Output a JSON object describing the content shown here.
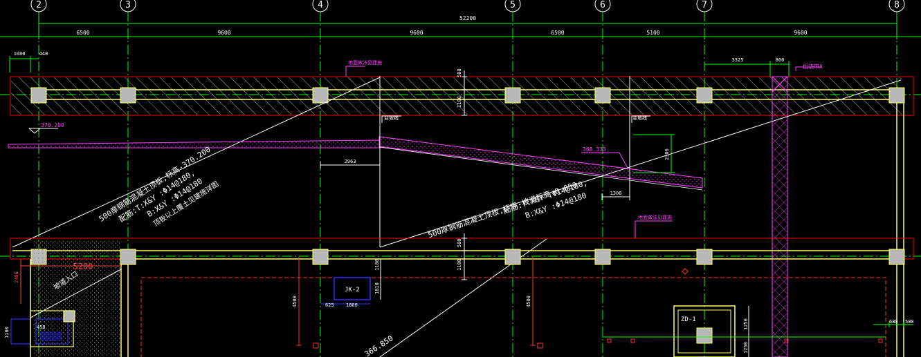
{
  "axes": [
    "2",
    "3",
    "4",
    "5",
    "6",
    "7",
    "8"
  ],
  "dimensions": {
    "total": "52200",
    "spans": [
      "6500",
      "9600",
      "9600",
      "6500",
      "5100",
      "9600"
    ],
    "left_1": "1080",
    "left_2": "440",
    "right_1": "3325",
    "right_2": "800",
    "wall_h1": "500",
    "wall_h2": "1100",
    "wall_h3": "500",
    "wall_h4": "1100",
    "ramp_h": "2306",
    "ramp_w1": "2963",
    "ramp_w2": "1306",
    "room_w": "5200",
    "room_h": "2400",
    "jk_w1": "625",
    "jk_w2": "1800",
    "jk_h1": "1100",
    "jk_h2": "1810",
    "vert_1": "4500",
    "vert_2": "4500",
    "bottom_1": "1100",
    "bottom_2": "450",
    "zd_h1": "1250",
    "zd_h2": "1250",
    "right_b1": "680",
    "right_b2": "500"
  },
  "labels": {
    "note_top": "地面做法见建施",
    "note_right": "后浇带A",
    "elev_left": "370.200",
    "elev_mid": "368.333",
    "ramp_label_1": "变坡线",
    "ramp_label_2": "变坡线",
    "slab1_line1": "500厚钢筋混凝土顶板,标高-370.200",
    "slab1_line2": "配筋:T:X&Y :Φ14@180,",
    "slab1_line3": "B:X&Y :Φ14@180",
    "slab1_line4": "顶板以上覆土见建施详图",
    "slab2_line1": "500厚钢筋混凝土顶板,标高-坡道标高-0.050",
    "slab2_line2": "配筋:T:X&Y :Φ14@180,",
    "slab2_line3": "B:X&Y :Φ14@180",
    "note_mid": "地面做法见建施",
    "room_label": "坡道入口",
    "jk_label": "JK-2",
    "zd_label": "ZD-1",
    "bottom_elev": "366.850"
  },
  "colors": {
    "background": "#000000",
    "axis": "#00ff00",
    "wall": "#ffff66",
    "column": "#c8c8c8",
    "cut": "#ff0000",
    "pink": "#ff40ff",
    "white": "#ffffff",
    "blue": "#3030ff",
    "red_dim": "#ff3030"
  }
}
